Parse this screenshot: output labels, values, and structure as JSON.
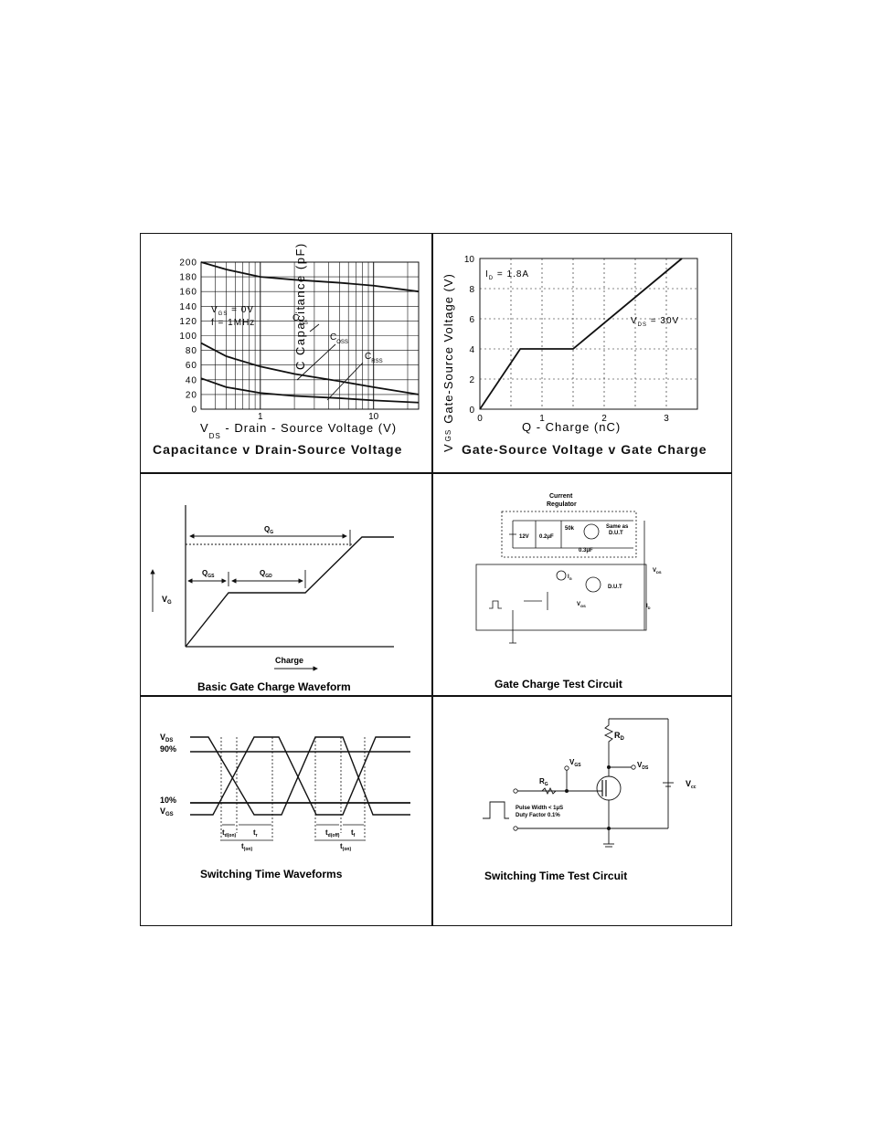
{
  "panel1": {
    "title": "Capacitance v Drain-Source Voltage",
    "chart_data": {
      "type": "line",
      "x_scale": "log",
      "xlim": [
        0.3,
        25
      ],
      "ylim": [
        0,
        200
      ],
      "yticks": [
        "0",
        "20",
        "40",
        "60",
        "80",
        "100",
        "120",
        "140",
        "160",
        "180",
        "200"
      ],
      "xticks": [
        "1",
        "10"
      ],
      "ylabel": "C  Capacitance (pF)",
      "xlabel_main": "V",
      "xlabel_sub": "DS",
      "xlabel_rest": " - Drain - Source Voltage (V)",
      "cond1_a": "V",
      "cond1_sub": "GS",
      "cond1_b": " =  0V",
      "cond2": "f =  1MHz",
      "series": [
        {
          "name": "C",
          "sub": "ISS",
          "x": [
            0.3,
            0.5,
            1,
            2,
            5,
            10,
            25
          ],
          "y": [
            200,
            190,
            180,
            176,
            172,
            168,
            160
          ]
        },
        {
          "name": "C",
          "sub": "OSS",
          "x": [
            0.3,
            0.5,
            1,
            2,
            5,
            10,
            25
          ],
          "y": [
            90,
            72,
            58,
            48,
            38,
            30,
            20
          ]
        },
        {
          "name": "C",
          "sub": "RSS",
          "x": [
            0.3,
            0.5,
            1,
            2,
            5,
            10,
            25
          ],
          "y": [
            42,
            30,
            22,
            18,
            15,
            12,
            9
          ]
        }
      ]
    }
  },
  "panel2": {
    "title": "Gate-Source Voltage v Gate Charge",
    "chart_data": {
      "type": "line",
      "xlim": [
        0,
        3.5
      ],
      "ylim": [
        0,
        10
      ],
      "yticks": [
        "0",
        "2",
        "4",
        "6",
        "8",
        "10"
      ],
      "xticks": [
        "0",
        "1",
        "2",
        "3"
      ],
      "ylabel": "V",
      "ylabel_sub": "GS",
      "ylabel_rest": "Gate-Source Voltage (V)",
      "xlabel": "Q - Charge (nC)",
      "ann_id_a": "I",
      "ann_id_sub": "D",
      "ann_id_b": " =  1.8A",
      "ann_vds_a": "V",
      "ann_vds_sub": "DS",
      "ann_vds_b": " =  30V",
      "series": [
        {
          "x": [
            0,
            0.65,
            1.5,
            3.25
          ],
          "y": [
            0,
            4,
            4,
            10
          ]
        }
      ]
    }
  },
  "panel3": {
    "title": "Basic Gate Charge Waveform",
    "qg": "Q",
    "qg_sub": "G",
    "qgs": "Q",
    "qgs_sub": "GS",
    "qgd": "Q",
    "qgd_sub": "GD",
    "vg": "V",
    "vg_sub": "G",
    "charge": "Charge"
  },
  "panel4": {
    "title": "Gate Charge Test Circuit",
    "current": "Current",
    "regulator": "Regulator",
    "v12": "12V",
    "c02": "0.2μF",
    "r50k": "50k",
    "same_as": "Same as",
    "dut1": "D.U.T",
    "c03": "0.3μF",
    "dut2": "D.U.T",
    "vds": "V",
    "vds_sub": "DS",
    "ig": "I",
    "ig_sub": "G",
    "vgs": "V",
    "vgs_sub": "GS",
    "id": "I",
    "id_sub": "D"
  },
  "panel5": {
    "title": "Switching Time Waveforms",
    "vds": "V",
    "vds_sub": "DS",
    "p90": "90%",
    "p10": "10%",
    "vgs": "V",
    "vgs_sub": "GS",
    "tdon": "t",
    "tdon_sub": "d(on)",
    "tr": "t",
    "tr_sub": "r",
    "ton": "t",
    "ton_sub": "(on)",
    "tdoff": "t",
    "tdoff_sub": "d(off)",
    "tf": "t",
    "tf_sub": "f",
    "toff": "t",
    "toff_sub": "(on)"
  },
  "panel6": {
    "title": "Switching Time Test Circuit",
    "rd": "R",
    "rd_sub": "D",
    "vgs": "V",
    "vgs_sub": "GS",
    "vds": "V",
    "vds_sub": "DS",
    "rg": "R",
    "rg_sub": "G",
    "vcc": "V",
    "vcc_sub": "cc",
    "pulse1": "Pulse Width < 1μS",
    "pulse2": "Duty Factor   0.1%"
  }
}
